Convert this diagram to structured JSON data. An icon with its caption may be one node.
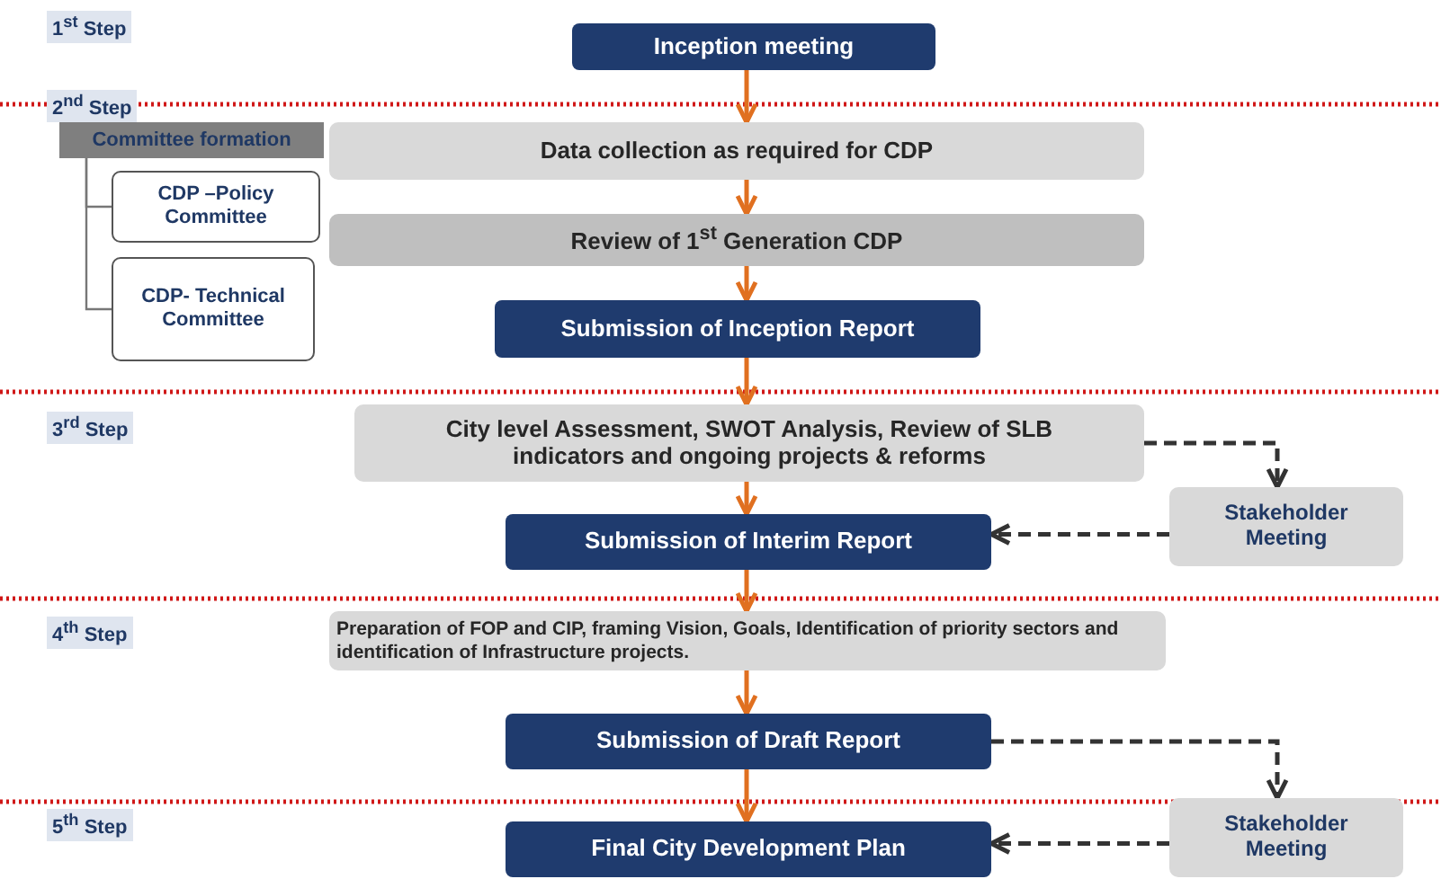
{
  "diagram": {
    "nodes": [
      {
        "text": [
          "Inception meeting"
        ]
      },
      {
        "text": [
          "Committee formation"
        ]
      },
      {
        "text": [
          "CDP –Policy Committee"
        ]
      },
      {
        "text": [
          "CDP- Technical Committee"
        ]
      },
      {
        "text": [
          "Data collection as required for CDP"
        ]
      },
      {
        "text": [
          "Review of 1$^{st}$ Generation CDP"
        ]
      },
      {
        "text": [
          "Submission of Inception Report"
        ]
      },
      {
        "text": [
          "City level Assessment, SWOT Analysis, Review of SLB indicators and ongoing projects & reforms"
        ]
      },
      {
        "text": [
          "Submission of Interim Report"
        ]
      },
      {
        "text": [
          "Stakeholder Meeting"
        ]
      },
      {
        "text": [
          "Preparation of FOP and CIP, framing Vision, Goals, Identification of priority sectors and identification of Infrastructure projects."
        ]
      },
      {
        "text": [
          "Submission of Draft Report"
        ]
      },
      {
        "text": [
          "Stakeholder Meeting"
        ]
      },
      {
        "text": [
          "Final City Development Plan"
        ]
      }
    ],
    "edges": [
      {
        "from": 0,
        "to": 4,
        "arrow": "to"
      },
      {
        "from": 4,
        "to": 5,
        "arrow": "to"
      },
      {
        "from": 5,
        "to": 6,
        "arrow": "to"
      },
      {
        "from": 6,
        "to": 7,
        "arrow": "to"
      },
      {
        "from": 7,
        "to": 8,
        "arrow": "to"
      },
      {
        "from": 8,
        "to": 10,
        "arrow": "to"
      },
      {
        "from": 10,
        "to": 11,
        "arrow": "to"
      },
      {
        "from": 11,
        "to": 13,
        "arrow": "to"
      },
      {
        "from": 7,
        "to": 9,
        "arrow": "to",
        "style": "dashed",
        "color": "#333333"
      },
      {
        "from": 9,
        "to": 8,
        "arrow": "to",
        "style": "dashed",
        "color": "#333333"
      },
      {
        "from": 11,
        "to": 12,
        "arrow": "to",
        "style": "dashed",
        "color": "#333333"
      },
      {
        "from": 12,
        "to": 13,
        "arrow": "to",
        "style": "dashed",
        "color": "#333333"
      },
      {
        "from": 1,
        "to": 2,
        "arrow": "none",
        "color": "#777777"
      },
      {
        "from": 1,
        "to": 3,
        "arrow": "none",
        "color": "#777777"
      }
    ],
    "labels": [
      "1$^{st}$ Step",
      "2$^{nd}$ Step",
      "3$^{rd}$ Step",
      "4$^{th}$ Step",
      "5$^{th}$ Step"
    ]
  }
}
